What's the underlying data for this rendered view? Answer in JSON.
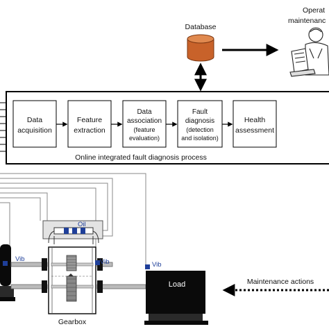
{
  "top": {
    "database_label": "Database",
    "operator_label_line1": "Operat",
    "operator_label_line2": "maintenanc"
  },
  "process": {
    "caption": "Online integrated fault diagnosis process",
    "steps": [
      {
        "lines": [
          "Data",
          "acquisition"
        ]
      },
      {
        "lines": [
          "Feature",
          "extraction"
        ]
      },
      {
        "lines": [
          "Data",
          "association",
          "(feature",
          "evaluation)"
        ]
      },
      {
        "lines": [
          "Fault",
          "diagnosis",
          "(detection",
          "and isolation)"
        ]
      },
      {
        "lines": [
          "Health",
          "assessment"
        ]
      }
    ]
  },
  "machine": {
    "oil_label": "Oil",
    "vib_label_1": "Vib",
    "vib_label_2": "Vib",
    "vib_label_3": "Vib",
    "load_label": "Load",
    "gearbox_label": "Gearbox"
  },
  "actions": {
    "maintenance_label": "Maintenance actions"
  },
  "colors": {
    "database_fill": "#c8622a",
    "database_top": "#e0894f",
    "sensor_blue": "#1f3f99",
    "oil_bg": "#e3e3e3",
    "load_fill": "#0a0a0a",
    "line_gray": "#8a8a8a"
  }
}
